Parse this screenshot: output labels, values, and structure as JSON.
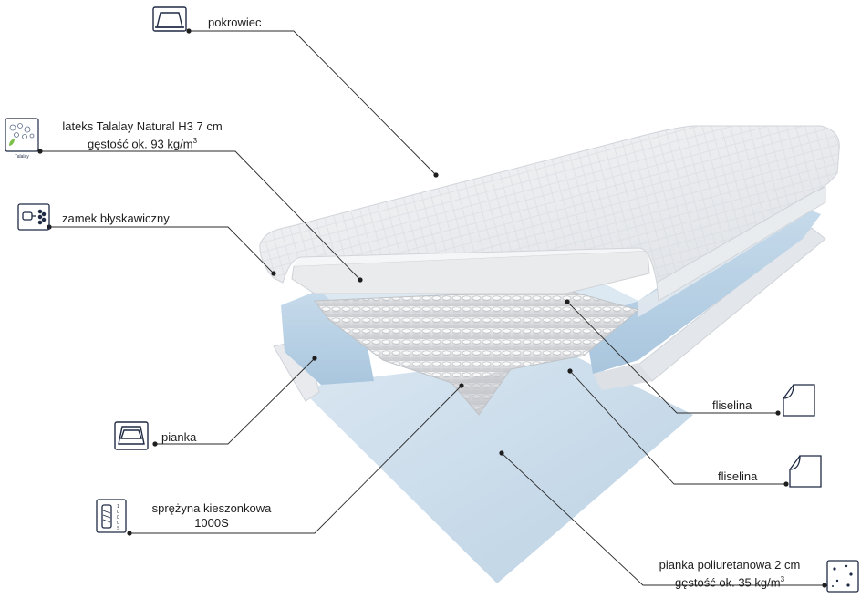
{
  "labels": {
    "pokrowiec": "pokrowiec",
    "lateks_line1": "lateks Talalay Natural H3 7 cm",
    "lateks_line2": "gęstość ok. 93 kg/m",
    "lateks_sup": "3",
    "lateks_icon_text": "Talalay",
    "zamek": "zamek błyskawiczny",
    "pianka": "pianka",
    "sprezyna_line1": "sprężyna kieszonkowa",
    "sprezyna_line2": "1000S",
    "sprezyna_icon_digits": [
      "1",
      "0",
      "0",
      "0",
      "S"
    ],
    "fliselina_1": "fliselina",
    "fliselina_2": "fliselina",
    "pianka_pu_line1": "pianka poliuretanowa 2 cm",
    "pianka_pu_line2": "gęstość ok. 35 kg/m",
    "pianka_pu_sup": "3"
  },
  "colors": {
    "line": "#2a2a2a",
    "icon_stroke": "#1f2a44",
    "cover": "#eef0f3",
    "latex": "#e7e8ea",
    "foam_blue": "#b9d3e6",
    "base_blue": "#c9dceb"
  },
  "icons": [
    "cover-icon",
    "latex-icon",
    "zipper-icon",
    "foam-icon",
    "spring-icon",
    "fleece-icon",
    "fleece-icon",
    "pu-foam-icon"
  ]
}
